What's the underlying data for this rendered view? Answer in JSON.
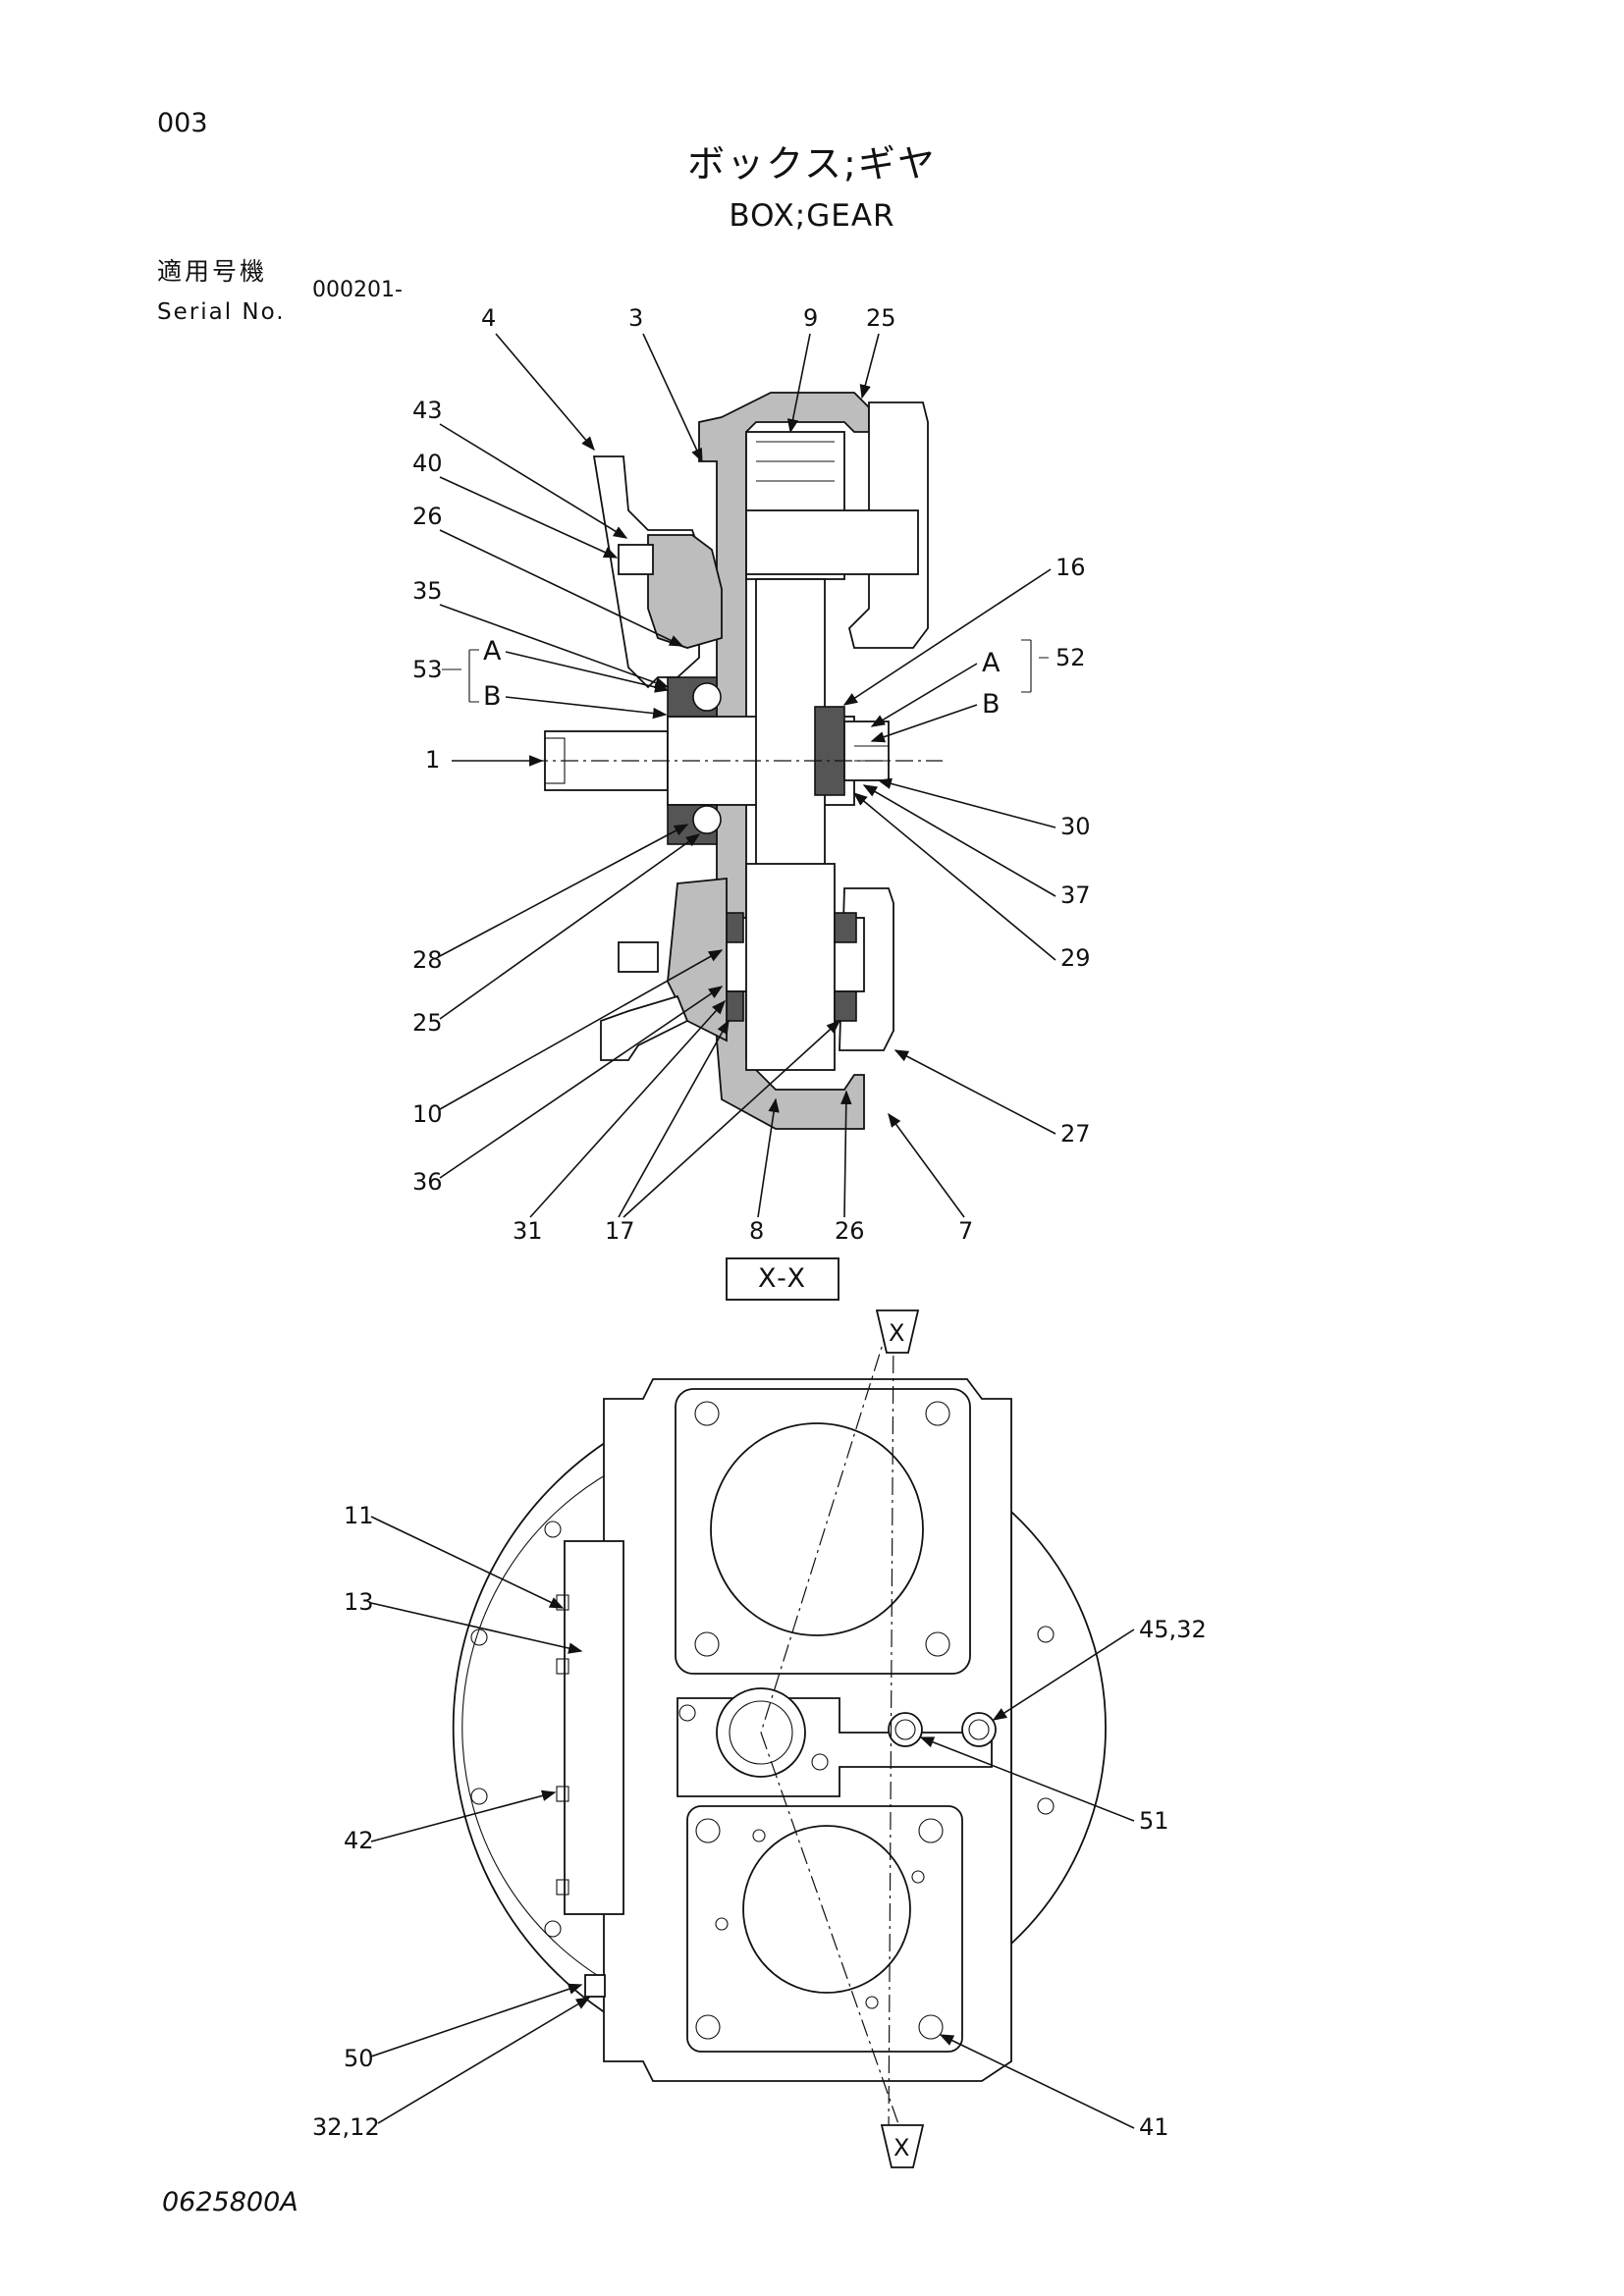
{
  "header": {
    "page_number": "003",
    "title_jp": "ボックス;ギヤ",
    "title_en": "BOX;GEAR",
    "serial_label_jp": "適用号機",
    "serial_label_en": "Serial No.",
    "serial_value": "000201-"
  },
  "section_label": "X-X",
  "section_marker": "X",
  "doc_code": "0625800A",
  "callouts_upper": [
    "4",
    "3",
    "9",
    "25",
    "43",
    "40",
    "26",
    "35",
    "53",
    "A",
    "B",
    "1",
    "16",
    "A",
    "52",
    "B",
    "30",
    "37",
    "29",
    "28",
    "25",
    "10",
    "36",
    "31",
    "17",
    "8",
    "26",
    "7",
    "27"
  ],
  "callouts_lower": [
    "11",
    "13",
    "45,32",
    "51",
    "42",
    "50",
    "32,12",
    "41"
  ]
}
